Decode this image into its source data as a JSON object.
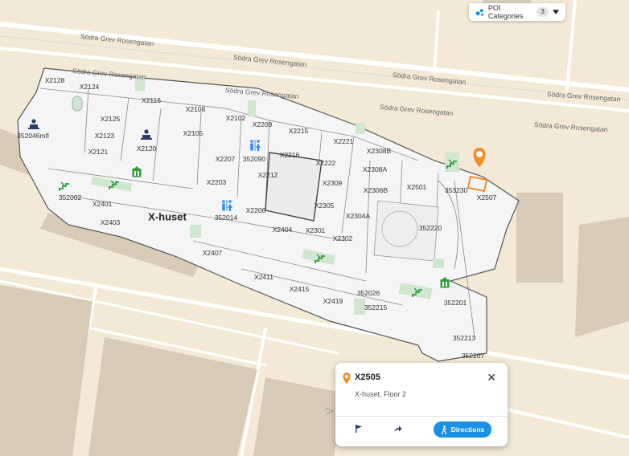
{
  "colors": {
    "ground": "#f3e9d6",
    "road": "#ffffff",
    "building": "#d8ccb8",
    "floor": "#f5f5f5",
    "wall": "#444444",
    "restroom": "#3a8ee6",
    "stairs": "#2e9c3a",
    "highlight": "#f28c28",
    "accent": "#1a8fe3"
  },
  "poi": {
    "label": "POI Categories",
    "count": "3",
    "icon": "poi-categories-icon",
    "toggle_icon": "caret-down-icon"
  },
  "streets": [
    "Södra Grev Rosengatan",
    "Södra Grev Rosengatan",
    "Södra Grev Rosengatan",
    "Södra Grev Rosengatan",
    "Södra Grev Rosengatan",
    "Södra Grev Rosengatan",
    "Södra Grev Rosengatan",
    "Södra Grev Rosengatan"
  ],
  "building_name": "X-huset",
  "rooms": [
    "X2128",
    "X2124",
    "X2116",
    "X2108",
    "X2102",
    "X2209",
    "X2215",
    "X2221",
    "X2125",
    "X2123",
    "X2120",
    "X2121",
    "X2105",
    "X2207",
    "352090",
    "X2216",
    "X2222",
    "X2308B",
    "352046mfl",
    "X2212",
    "X2309",
    "X2308A",
    "X2501",
    "353230",
    "X2507",
    "X2203",
    "X2306B",
    "352002",
    "X2401",
    "352014",
    "X2206",
    "X2305",
    "X2304A",
    "X2403",
    "352220",
    "X2404",
    "X2301",
    "X2302",
    "X2407",
    "X2411",
    "X2415",
    "352026",
    "X2419",
    "352215",
    "352201",
    "352213",
    "352207"
  ],
  "card": {
    "title": "X2505",
    "subtitle": "X-huset, Floor 2",
    "close": "✕",
    "directions": "Directions",
    "pin_icon": "location-pin-icon",
    "flag_icon": "flag-icon",
    "share_icon": "share-arrow-icon",
    "walk_icon": "walking-person-icon"
  }
}
